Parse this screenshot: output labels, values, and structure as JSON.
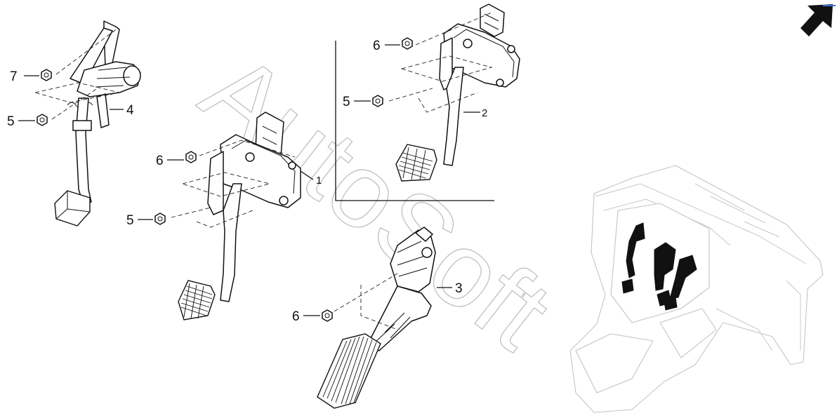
{
  "diagram": {
    "watermark": "AutoSoft",
    "callouts": [
      {
        "id": "c7",
        "label": "7"
      },
      {
        "id": "c5a",
        "label": "5"
      },
      {
        "id": "c4",
        "label": "4"
      },
      {
        "id": "c6a",
        "label": "6"
      },
      {
        "id": "c1",
        "label": "1"
      },
      {
        "id": "c5b",
        "label": "5"
      },
      {
        "id": "c6b",
        "label": "6"
      },
      {
        "id": "c5c",
        "label": "5"
      },
      {
        "id": "c2",
        "label": "2"
      },
      {
        "id": "c3",
        "label": "3"
      },
      {
        "id": "c6c",
        "label": "6"
      }
    ],
    "icons": {
      "front": "direction-arrow-icon"
    },
    "colors": {
      "line": "#111111",
      "watermark": "#b9b9b9",
      "ghost": "#c4c4c4",
      "accent": "#3a6fd8"
    }
  }
}
